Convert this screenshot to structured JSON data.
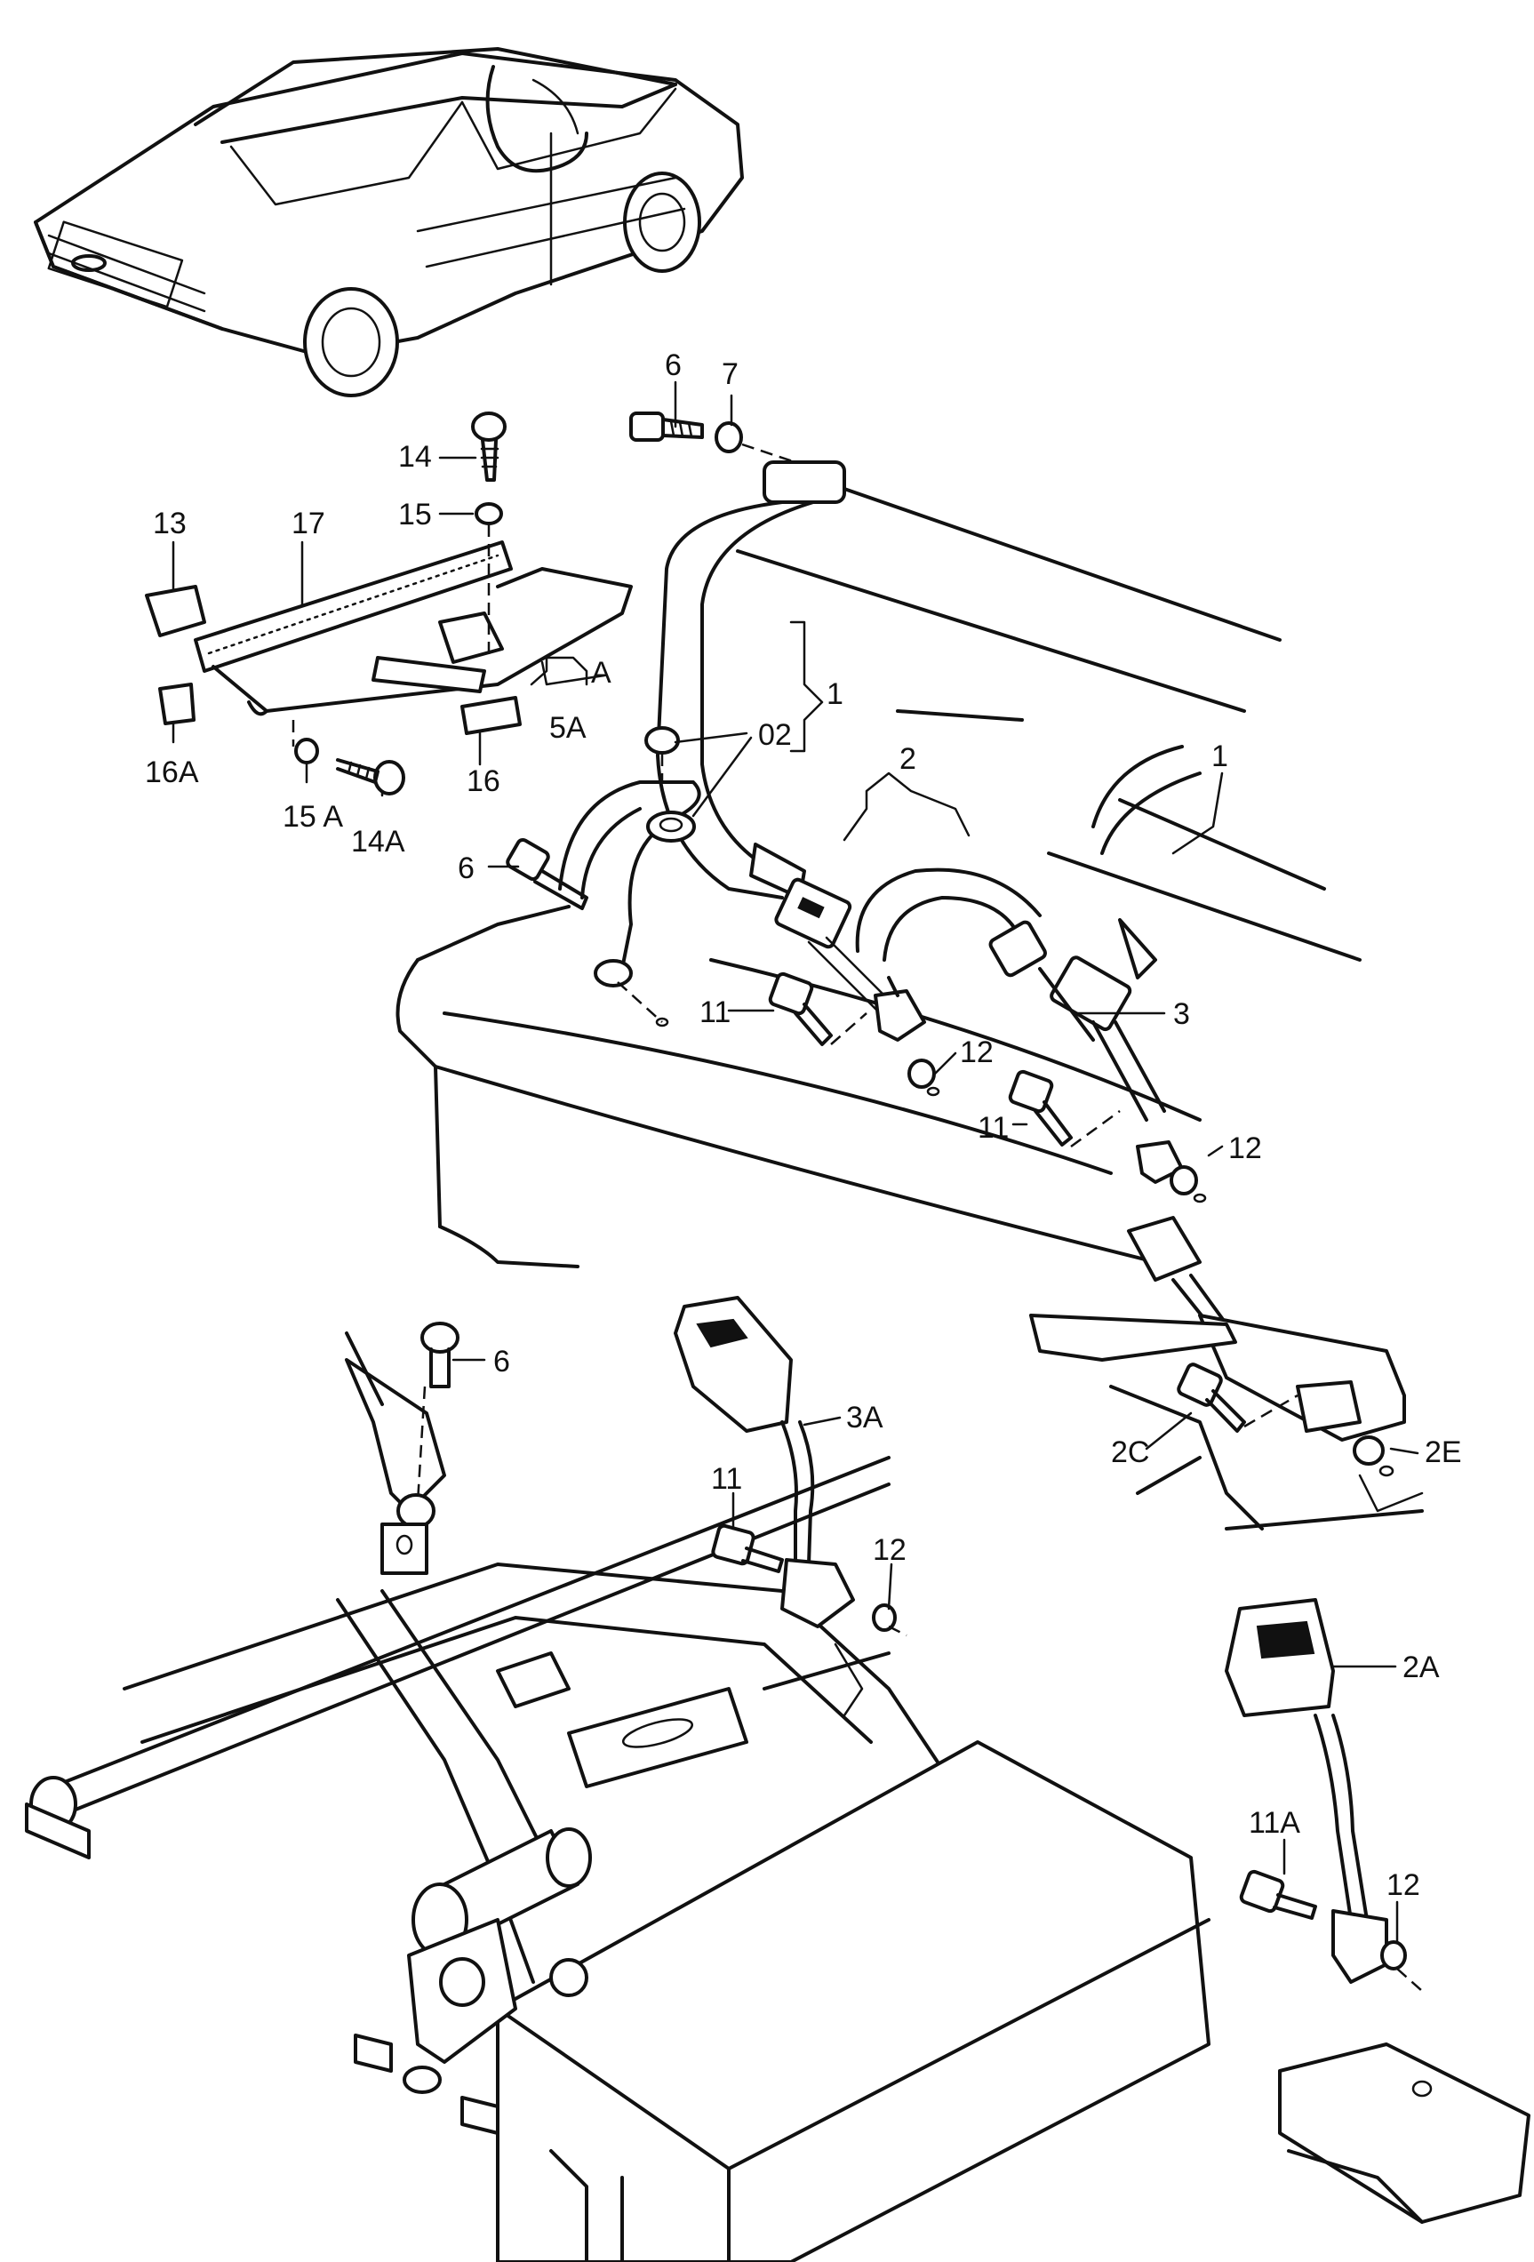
{
  "labels": {
    "l6a": "6",
    "l7": "7",
    "l14": "14",
    "l15": "15",
    "l13": "13",
    "l17": "17",
    "lA": "A",
    "l5A": "5A",
    "l16A": "16A",
    "l15A": "15 A",
    "l14A": "14A",
    "l16": "16",
    "l1a": "1",
    "l02": "02",
    "l2": "2",
    "l1b": "1",
    "l6b": "6",
    "l3": "3",
    "l11a": "11",
    "l12a": "12",
    "l11b": "11",
    "l12b": "12",
    "l6c": "6",
    "l3A": "3A",
    "l11c": "11",
    "l12c": "12",
    "l2E": "2E",
    "l2C": "2C",
    "l2A": "2A",
    "l11A": "11A",
    "l12d": "12"
  }
}
